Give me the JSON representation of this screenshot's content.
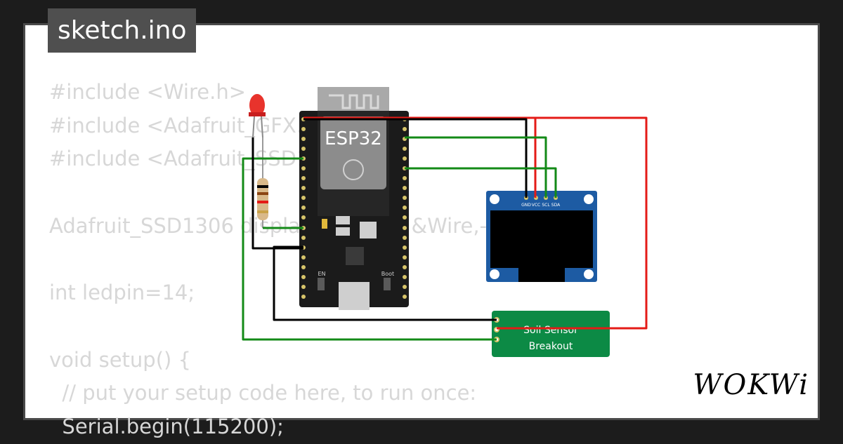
{
  "tab": {
    "filename": "sketch.ino"
  },
  "code_lines": [
    "#include <Wire.h>",
    "#include <Adafruit_GFX.h>",
    "#include <Adafruit_SSD1306.h>",
    "",
    "Adafruit_SSD1306 display(128, 64, &Wire,-1);",
    "",
    "int ledpin=14;",
    "",
    "void setup() {",
    "  // put your setup code here, to run once:",
    "  Serial.begin(115200);"
  ],
  "board": {
    "label": "ESP32",
    "en_label": "EN",
    "boot_label": "Boot"
  },
  "oled": {
    "pins": [
      "GND",
      "VCC",
      "SCL",
      "SDA"
    ]
  },
  "sensor": {
    "line1": "Soil Sensor",
    "line2": "Breakout"
  },
  "brand": {
    "name": "WOKWi"
  },
  "colors": {
    "wire_red": "#e41b17",
    "wire_green": "#138a17",
    "wire_black": "#000000",
    "sensor_green": "#0c8a45",
    "oled_blue": "#1d5ba3"
  }
}
